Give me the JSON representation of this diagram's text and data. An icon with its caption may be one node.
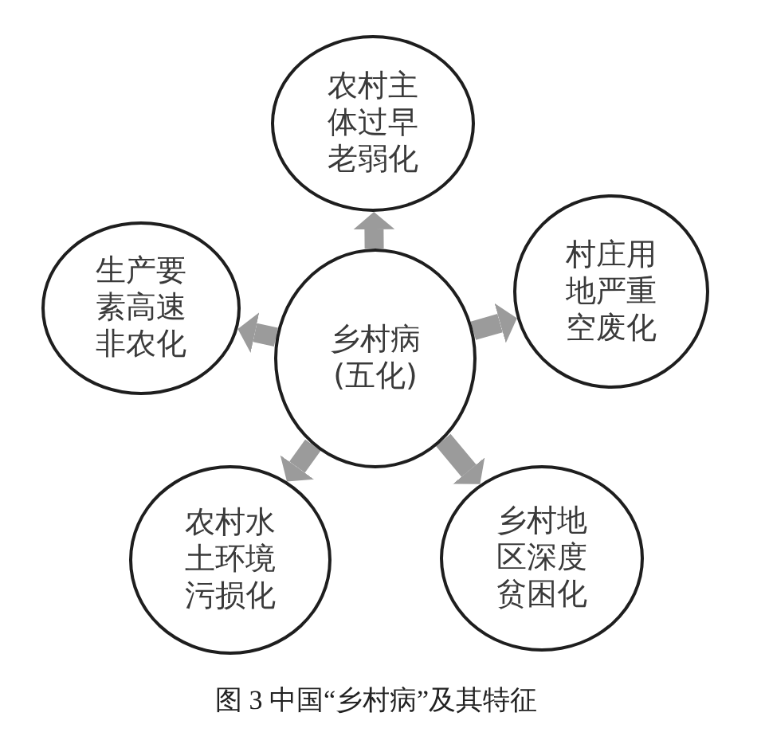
{
  "diagram": {
    "caption": "图 3 中国“乡村病”及其特征",
    "nodes": [
      {
        "text": [
          "农村主体过早老弱化"
        ]
      },
      {
        "text": [
          "生产要素高速非农化"
        ]
      },
      {
        "text": [
          "乡村病",
          "(五化)"
        ]
      },
      {
        "text": [
          "村庄用地严重空废化"
        ]
      },
      {
        "text": [
          "农村水土环境污损化"
        ]
      },
      {
        "text": [
          "乡村地区深度贫困化"
        ]
      }
    ],
    "edges": [
      {
        "from": 2,
        "to": 0,
        "arrow": "to"
      },
      {
        "from": 2,
        "to": 1,
        "arrow": "to"
      },
      {
        "from": 2,
        "to": 3,
        "arrow": "to"
      },
      {
        "from": 2,
        "to": 4,
        "arrow": "to"
      },
      {
        "from": 2,
        "to": 5,
        "arrow": "to"
      }
    ]
  }
}
